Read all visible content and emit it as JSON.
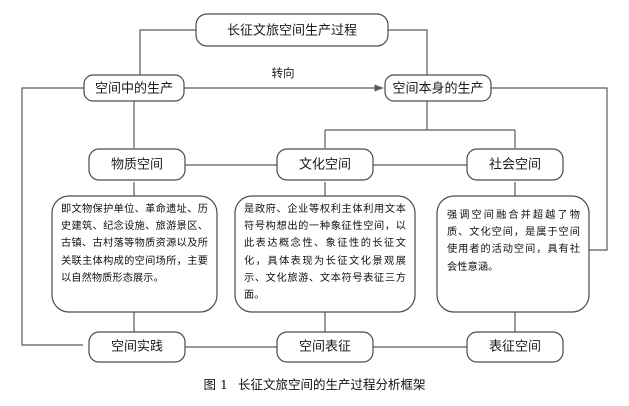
{
  "figure": {
    "caption_number": "图 1",
    "caption_title": "长征文旅空间的生产过程分析框架"
  },
  "nodes": {
    "root": {
      "label": "长征文旅空间生产过程"
    },
    "left_branch": {
      "label": "空间中的生产"
    },
    "right_branch": {
      "label": "空间本身的生产"
    },
    "dimension_material": {
      "label": "物质空间"
    },
    "dimension_cultural": {
      "label": "文化空间"
    },
    "dimension_social": {
      "label": "社会空间"
    },
    "outcome_practice": {
      "label": "空间实践"
    },
    "outcome_representation": {
      "label": "空间表征"
    },
    "outcome_representational": {
      "label": "表征空间"
    }
  },
  "edges": {
    "turn_label": "转向"
  },
  "descriptions": {
    "material": "即文物保护单位、革命遗址、历史建筑、纪念设施、旅游景区、古镇、古村落等物质资源以及所关联主体构成的空间场所，主要以自然物质形态展示。",
    "cultural": "是政府、企业等权利主体利用文本符号构想出的一种象征性空间，以此表达概念性、象征性的长征文化，具体表现为长征文化景观展示、文化旅游、文本符号表征三方面。",
    "social": "强调空间融合并超越了物质、文化空间，是属于空间使用者的活动空间，具有社会性意涵。"
  },
  "colors": {
    "box_stroke": "#4a4a4a",
    "connector": "#5a5a5a",
    "text": "#1a1a1a",
    "background": "#ffffff"
  }
}
